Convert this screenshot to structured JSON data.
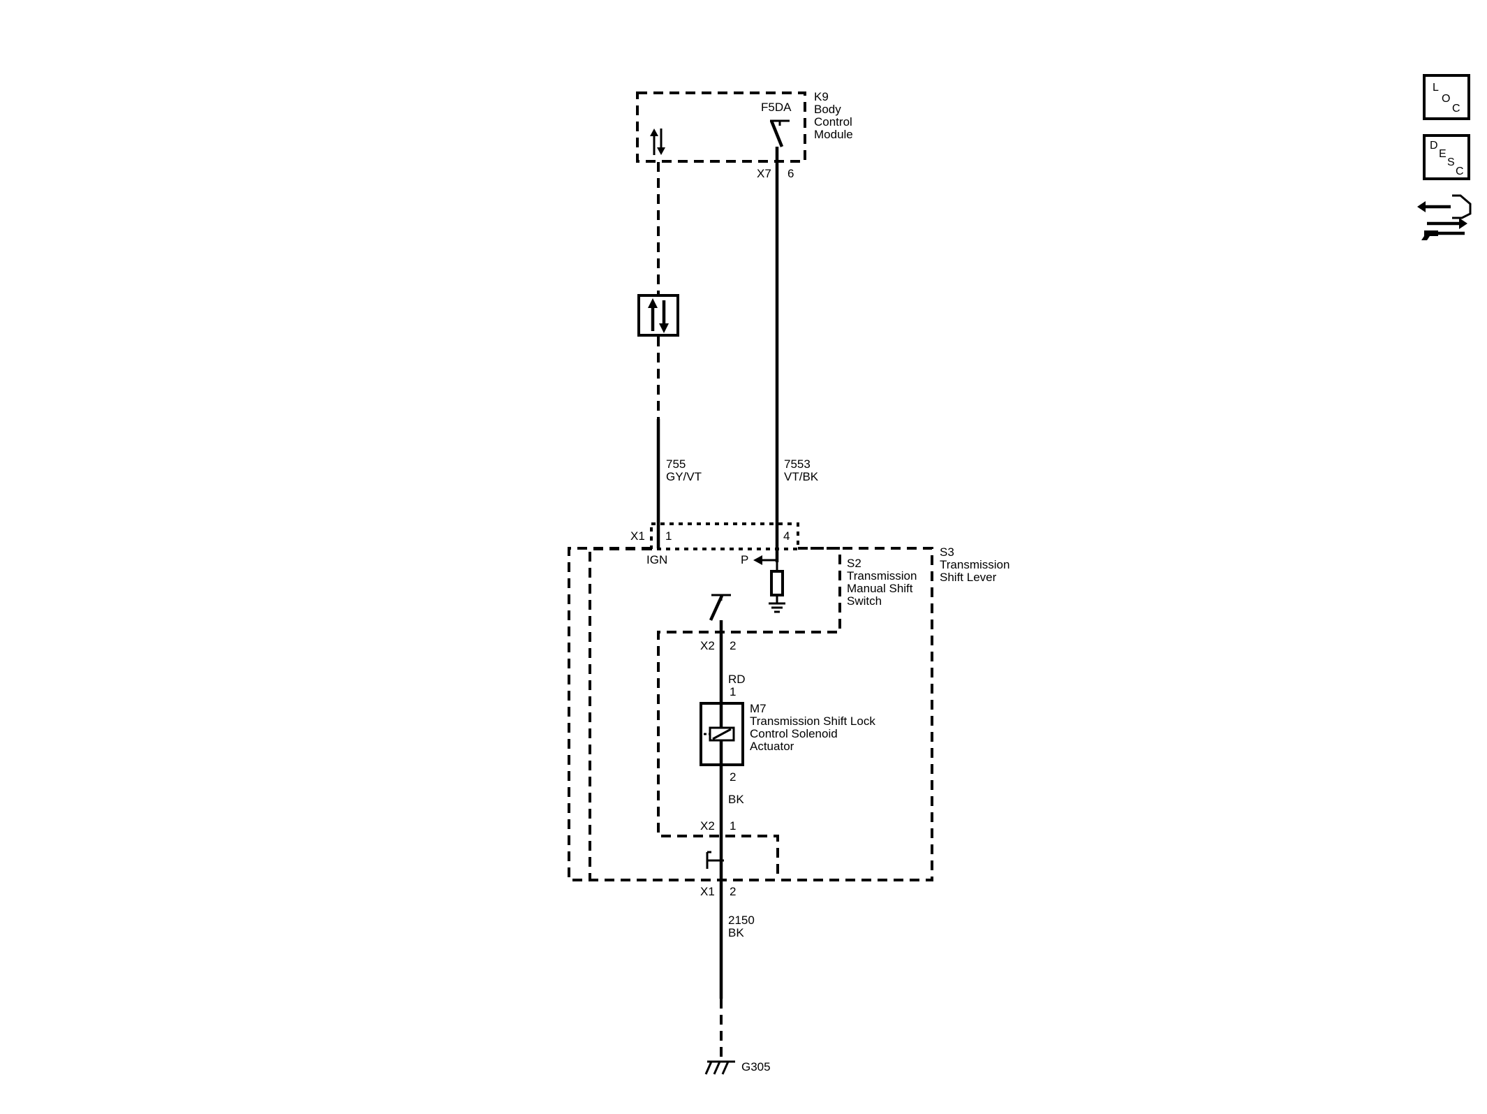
{
  "modules": {
    "k9": {
      "ref": "K9",
      "name_lines": [
        "Body",
        "Control",
        "Module"
      ],
      "output_label": "F5DA",
      "connector": "X7",
      "pin": "6"
    },
    "s3": {
      "ref": "S3",
      "name_lines": [
        "Transmission",
        "Shift Lever"
      ]
    },
    "s2": {
      "ref": "S2",
      "name_lines": [
        "Transmission",
        "Manual Shift",
        "Switch"
      ]
    },
    "m7": {
      "ref": "M7",
      "name_lines": [
        "Transmission Shift Lock",
        "Control Solenoid",
        "Actuator"
      ],
      "pin_top": "1",
      "pin_bottom": "2"
    }
  },
  "connectors": {
    "x1_top": {
      "name": "X1",
      "pin_left": "1",
      "pin_right": "4"
    },
    "x2_top": {
      "name": "X2",
      "pin": "2"
    },
    "x2_bottom": {
      "name": "X2",
      "pin": "1"
    },
    "x1_bottom": {
      "name": "X1",
      "pin": "2"
    }
  },
  "wires": {
    "w755": {
      "circuit": "755",
      "color": "GY/VT"
    },
    "w7553": {
      "circuit": "7553",
      "color": "VT/BK"
    },
    "rd": {
      "color": "RD"
    },
    "bk": {
      "color": "BK"
    },
    "w2150": {
      "circuit": "2150",
      "color": "BK"
    }
  },
  "labels": {
    "ign": "IGN",
    "park": "P"
  },
  "ground": {
    "name": "G305"
  },
  "icons": {
    "loc": {
      "letters": [
        "L",
        "O",
        "C"
      ]
    },
    "desc": {
      "letters": [
        "D",
        "E",
        "S",
        "C"
      ]
    },
    "service": "vehicle-service-icon"
  }
}
